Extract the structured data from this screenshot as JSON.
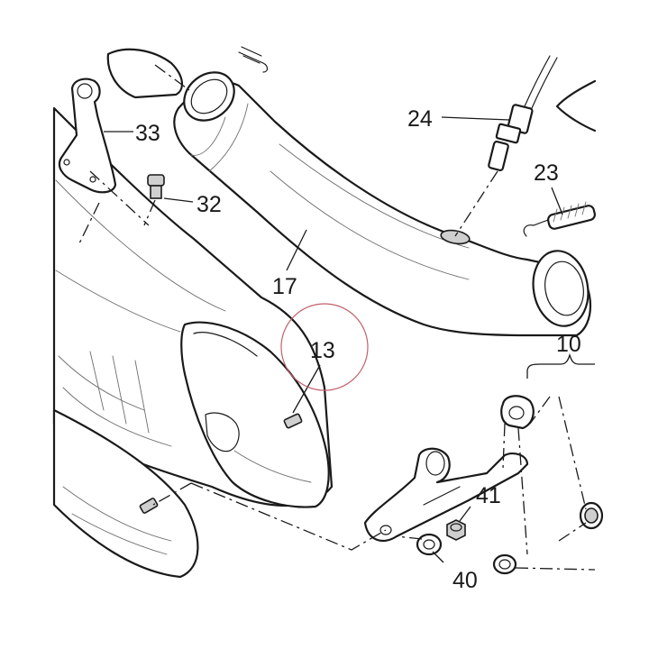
{
  "colors": {
    "line": "#1a1a1a",
    "highlight": "#c0606a",
    "background": "#ffffff"
  },
  "callouts": [
    {
      "id": "33",
      "text": "33"
    },
    {
      "id": "32",
      "text": "32"
    },
    {
      "id": "24",
      "text": "24"
    },
    {
      "id": "23",
      "text": "23"
    },
    {
      "id": "17",
      "text": "17"
    },
    {
      "id": "13",
      "text": "13",
      "highlighted": true
    },
    {
      "id": "10",
      "text": "10"
    },
    {
      "id": "41",
      "text": "41"
    },
    {
      "id": "40",
      "text": "40"
    }
  ]
}
